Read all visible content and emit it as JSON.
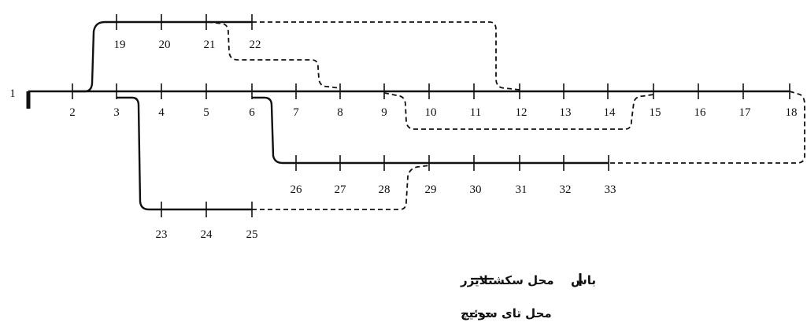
{
  "diagram": {
    "buses": [
      "1",
      "2",
      "3",
      "4",
      "5",
      "6",
      "7",
      "8",
      "9",
      "10",
      "11",
      "12",
      "13",
      "14",
      "15",
      "16",
      "17",
      "18",
      "19",
      "20",
      "21",
      "22",
      "23",
      "24",
      "25",
      "26",
      "27",
      "28",
      "29",
      "30",
      "31",
      "32",
      "33"
    ],
    "legend": {
      "bus": "باس",
      "sectionalizer": "محل سکشنلایزر",
      "tie_switch": "محل تای سوئیچ"
    }
  }
}
